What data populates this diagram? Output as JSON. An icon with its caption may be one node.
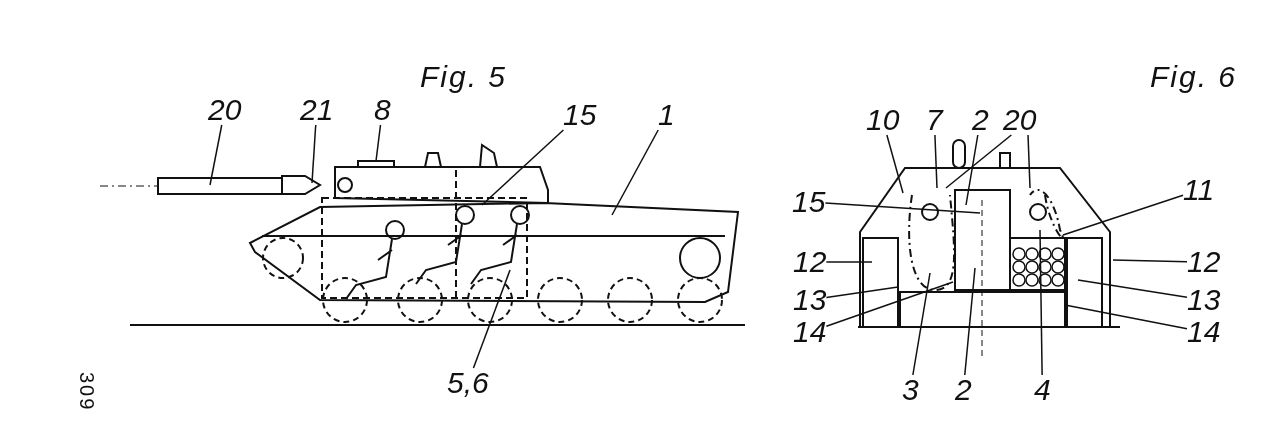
{
  "diagram": {
    "nodes": [
      {
        "text": [
          "20"
        ]
      },
      {
        "text": [
          "21"
        ]
      },
      {
        "text": [
          "8"
        ]
      },
      {
        "text": [
          "15"
        ]
      },
      {
        "text": [
          "1"
        ]
      },
      {
        "text": [
          "5,6"
        ]
      },
      {
        "text": [
          "10"
        ]
      },
      {
        "text": [
          "7"
        ]
      },
      {
        "text": [
          "2"
        ]
      },
      {
        "text": [
          "20"
        ]
      },
      {
        "text": [
          "15"
        ]
      },
      {
        "text": [
          "11"
        ]
      },
      {
        "text": [
          "12"
        ]
      },
      {
        "text": [
          "12"
        ]
      },
      {
        "text": [
          "13"
        ]
      },
      {
        "text": [
          "13"
        ]
      },
      {
        "text": [
          "14"
        ]
      },
      {
        "text": [
          "14"
        ]
      },
      {
        "text": [
          "3"
        ]
      },
      {
        "text": [
          "2"
        ]
      },
      {
        "text": [
          "4"
        ]
      }
    ],
    "edges": [
      {
        "from": 0,
        "to": null,
        "arrow": "none"
      },
      {
        "from": 1,
        "to": null,
        "arrow": "none"
      },
      {
        "from": 2,
        "to": null,
        "arrow": "none"
      },
      {
        "from": 3,
        "to": null,
        "arrow": "none"
      },
      {
        "from": 4,
        "to": null,
        "arrow": "none"
      },
      {
        "from": 5,
        "to": null,
        "arrow": "none"
      },
      {
        "from": 6,
        "to": null,
        "arrow": "none"
      },
      {
        "from": 7,
        "to": null,
        "arrow": "none"
      },
      {
        "from": 8,
        "to": null,
        "arrow": "none"
      },
      {
        "from": 9,
        "to": null,
        "arrow": "none"
      },
      {
        "from": 9,
        "to": null,
        "arrow": "none"
      },
      {
        "from": 10,
        "to": null,
        "arrow": "none"
      },
      {
        "from": 11,
        "to": null,
        "arrow": "none"
      },
      {
        "from": 12,
        "to": null,
        "arrow": "none"
      },
      {
        "from": 13,
        "to": null,
        "arrow": "none"
      },
      {
        "from": 14,
        "to": null,
        "arrow": "none"
      },
      {
        "from": 15,
        "to": null,
        "arrow": "none"
      },
      {
        "from": 16,
        "to": null,
        "arrow": "none"
      },
      {
        "from": 17,
        "to": null,
        "arrow": "none"
      },
      {
        "from": 18,
        "to": null,
        "arrow": "none"
      },
      {
        "from": 19,
        "to": null,
        "arrow": "none"
      },
      {
        "from": 20,
        "to": null,
        "arrow": "none"
      }
    ],
    "labels": [
      "Fig. 5",
      "Fig. 6",
      "309"
    ]
  }
}
